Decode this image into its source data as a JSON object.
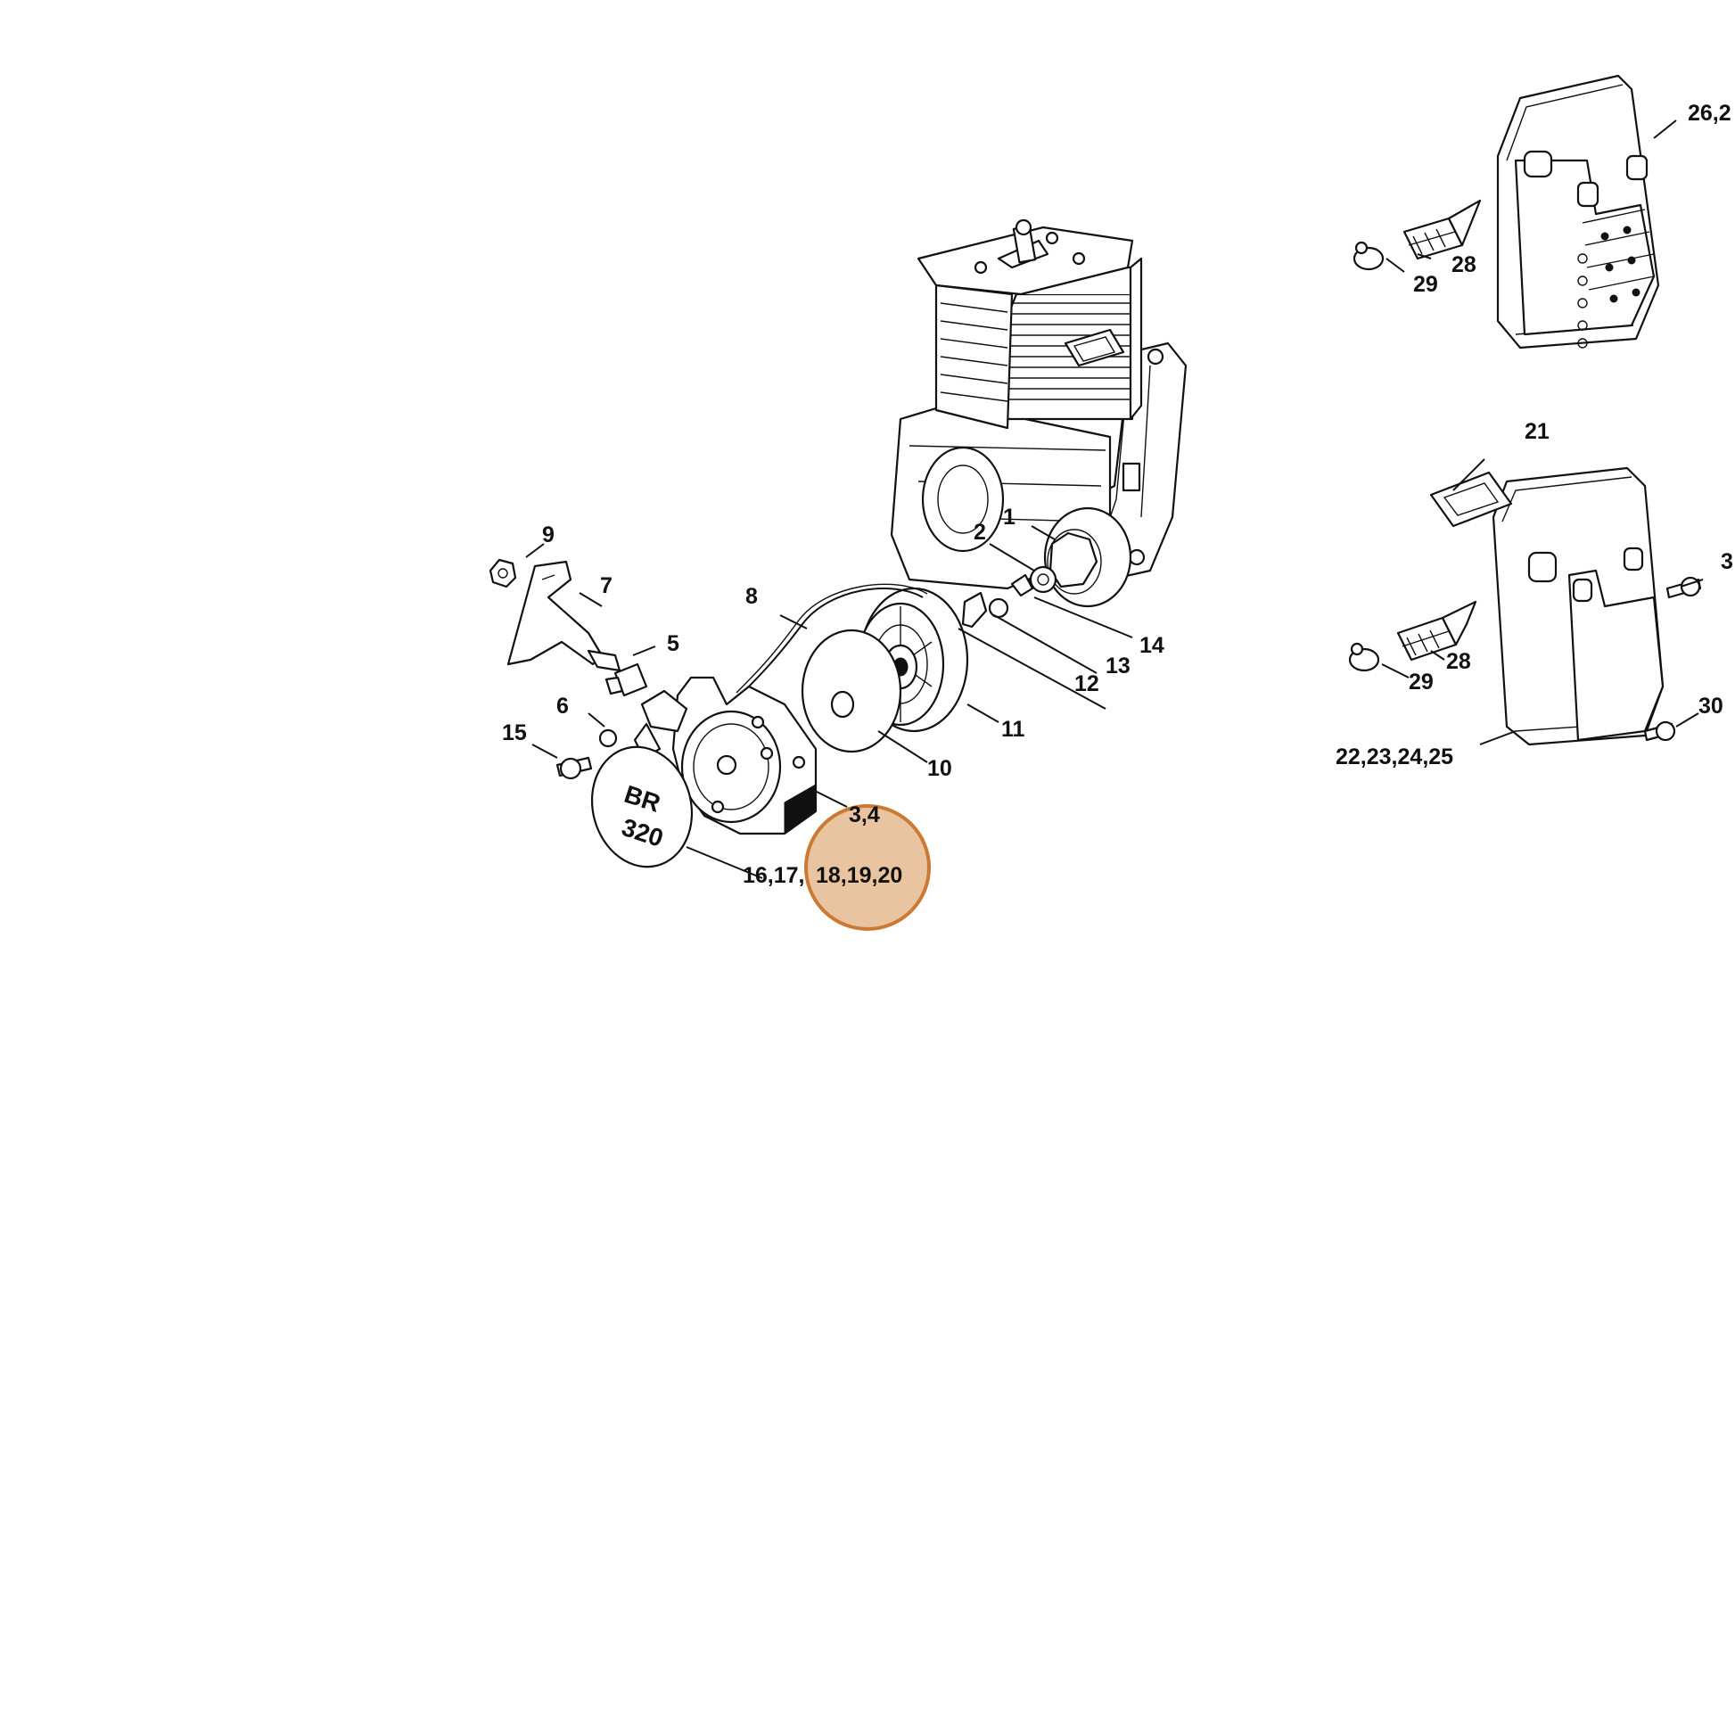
{
  "callouts": {
    "c1": "1",
    "c2": "2",
    "c3_4": "3,4",
    "c5": "5",
    "c6": "6",
    "c7": "7",
    "c8": "8",
    "c9": "9",
    "c10": "10",
    "c11": "11",
    "c12": "12",
    "c13": "13",
    "c14": "14",
    "c15": "15",
    "c16_17": "16,17,",
    "c18_19_20": "18,19,20",
    "c21": "21",
    "c22_25": "22,23,24,25",
    "c26": "26,2",
    "c28a": "28",
    "c28b": "28",
    "c29a": "29",
    "c29b": "29",
    "c30": "30",
    "c3r": "3"
  },
  "decal_text": {
    "line1": "BR",
    "line2": "320"
  },
  "highlight": {
    "target": "18,19,20",
    "fill": "#e8c4a0",
    "stroke": "#cc7a33"
  }
}
